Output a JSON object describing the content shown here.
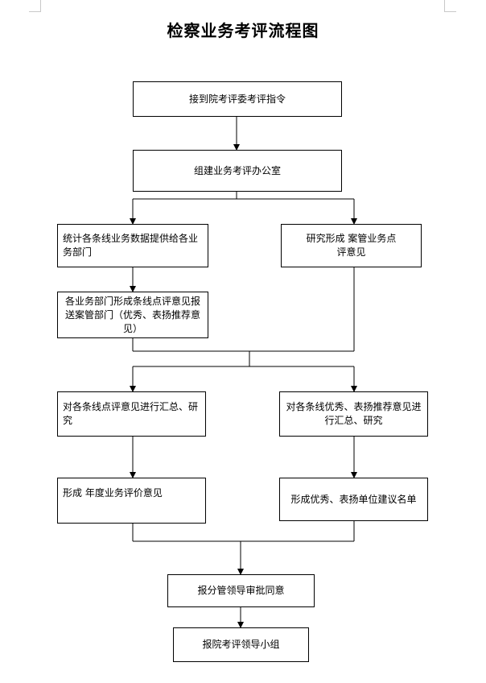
{
  "title": "检察业务考评流程图",
  "nodes": {
    "n1": "接到院考评委考评指令",
    "n2": "组建业务考评办公室",
    "n3": "统计各条线业务数据提供给各业务部门",
    "n4": "研究形成 案管业务点评意见",
    "n5": "各业务部门形成条线点评意见报送案管部门（优秀、表扬推荐意见）",
    "n6": "对各条线点评意见进行汇总、研究",
    "n7": "对各条线优秀、表扬推荐意见进行汇总、研究",
    "n8": "形成 年度业务评价意见",
    "n9": "形成优秀、表扬单位建议名单",
    "n10": "报分管领导审批同意",
    "n11": "报院考评领导小组"
  }
}
